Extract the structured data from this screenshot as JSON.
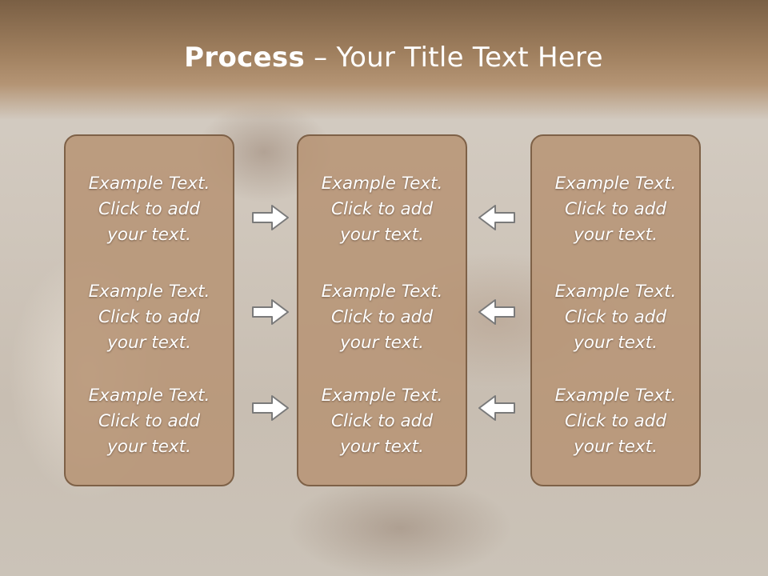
{
  "slide": {
    "title_bold": "Process",
    "title_rest": " – Your Title Text Here"
  },
  "columns": [
    {
      "items": [
        {
          "line1": "Example Text.",
          "line2": "Click  to add",
          "line3": "your text."
        },
        {
          "line1": "Example Text.",
          "line2": "Click  to add",
          "line3": "your text."
        },
        {
          "line1": "Example Text.",
          "line2": "Click  to add",
          "line3": "your text."
        }
      ]
    },
    {
      "items": [
        {
          "line1": "Example Text.",
          "line2": "Click  to add",
          "line3": "your text."
        },
        {
          "line1": "Example Text.",
          "line2": "Click  to add",
          "line3": "your text."
        },
        {
          "line1": "Example Text.",
          "line2": "Click  to add",
          "line3": "your text."
        }
      ]
    },
    {
      "items": [
        {
          "line1": "Example Text.",
          "line2": "Click  to add",
          "line3": "your text."
        },
        {
          "line1": "Example Text.",
          "line2": "Click  to add",
          "line3": "your text."
        },
        {
          "line1": "Example Text.",
          "line2": "Click  to add",
          "line3": "your text."
        }
      ]
    }
  ],
  "arrows": {
    "left_group": "arrow-right-icon",
    "right_group": "arrow-left-icon"
  },
  "colors": {
    "box_fill": "#b79474",
    "box_border": "#7e6147",
    "header": "#a0805f",
    "text": "#ffffff",
    "arrow_fill": "#ffffff",
    "arrow_stroke": "#7a7a7a"
  }
}
